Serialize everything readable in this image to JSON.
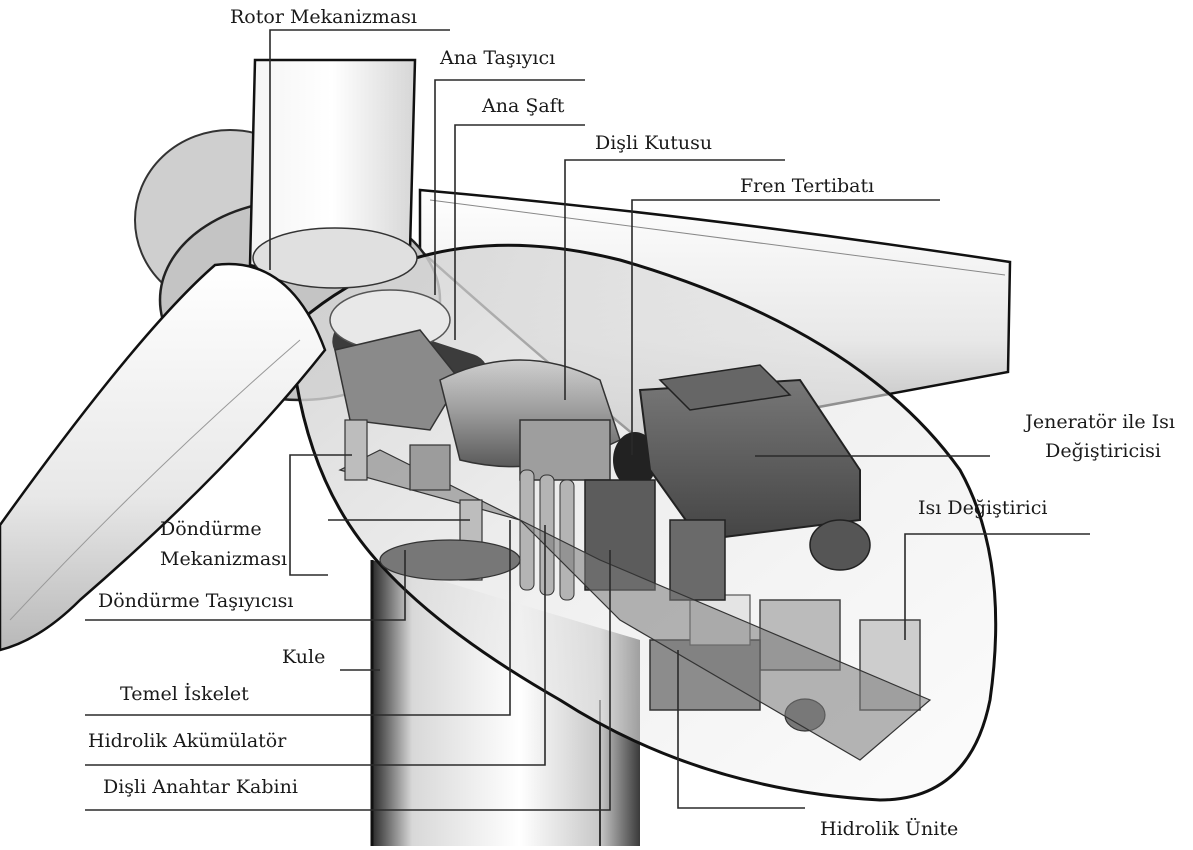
{
  "labels": {
    "rotor": "Rotor Mekanizması",
    "ana_tasiyici": "Ana Taşıyıcı",
    "ana_saft": "Ana Şaft",
    "disli_kutusu": "Dişli Kutusu",
    "fren": "Fren Tertibatı",
    "jenerator_1": "Jeneratör ile Isı",
    "jenerator_2": "Değiştiricisi",
    "isi_degistirici": "Isı Değiştirici",
    "dondurme_mek_1": "Döndürme",
    "dondurme_mek_2": "Mekanizması",
    "dondurme_tas": "Döndürme Taşıyıcısı",
    "kule": "Kule",
    "temel": "Temel İskelet",
    "hid_akumulator": "Hidrolik Akümülatör",
    "disli_anahtar": "Dişli Anahtar Kabini",
    "hid_unite": "Hidrolik Ünite"
  }
}
